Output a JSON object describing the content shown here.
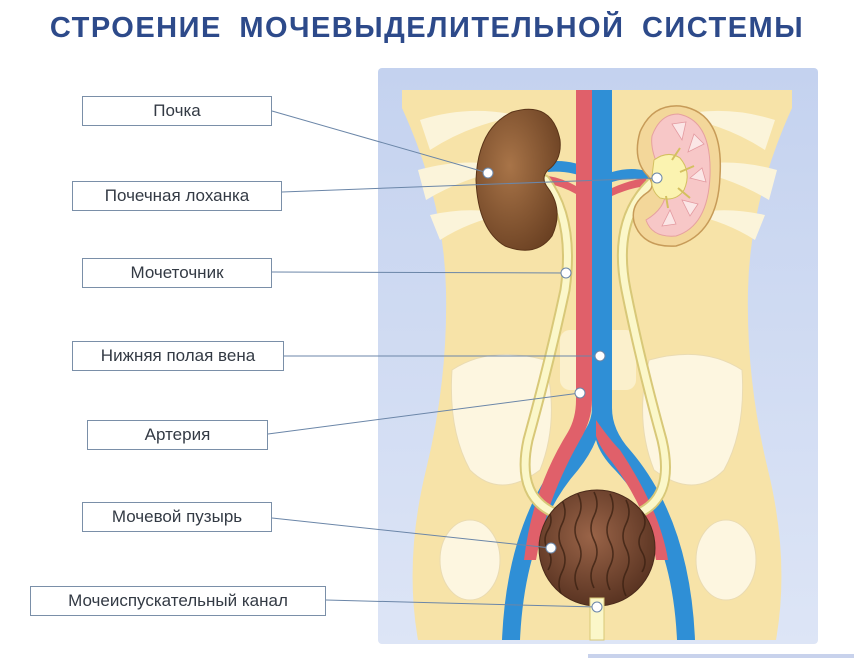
{
  "title": "СТРОЕНИЕ  МОЧЕВЫДЕЛИТЕЛЬНОЙ  СИСТЕМЫ",
  "labels": {
    "kidney": "Почка",
    "renal_pelvis": "Почечная лоханка",
    "ureter": "Мочеточник",
    "inferior_vena_cava": "Нижняя полая вена",
    "artery": "Артерия",
    "bladder": "Мочевой пузырь",
    "urethra": "Мочеиспускательный канал"
  },
  "colors": {
    "title": "#2d4a8a",
    "panel_background": "#c9d6f0",
    "body": "#f7e3a8",
    "vein": "#2f8fd6",
    "artery": "#e0606a",
    "ureter": "#fbf7c9",
    "kidney_left": "#8a5a32",
    "bladder": "#7a4a32"
  }
}
